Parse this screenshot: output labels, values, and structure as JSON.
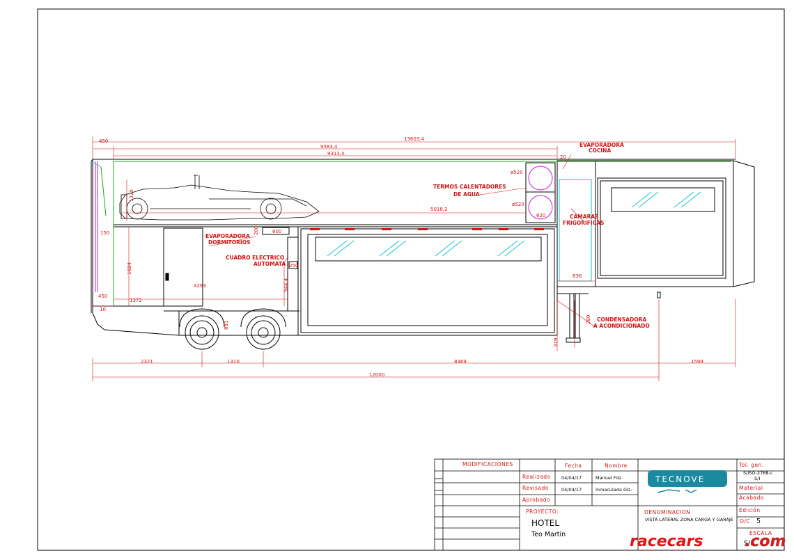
{
  "colors": {
    "line": "#000000",
    "dimension": "#d21414",
    "green": "#19a80f",
    "cyan": "#13c3d2",
    "magenta": "#c818d8",
    "brand_bg": "#1b8aa0",
    "watermark_red": "#e01515",
    "watermark_grey": "#7a7a7a"
  },
  "dimensions": {
    "top_450": "450",
    "top_13603": "13603,4",
    "top_9583": "9583,4",
    "top_9313": "9313,4",
    "top_20": "20",
    "d_520_a": "ø520",
    "d_520_b": "ø520",
    "d_620": "620",
    "d_5018": "5018,2",
    "d_1320": "1320",
    "d_600": "600",
    "d_200": "200",
    "d_150": "150",
    "d_1684": "1684",
    "d_4263": "4263",
    "d_944": "944,4",
    "d_250": "250",
    "d_836": "836",
    "d_450_low": "450",
    "d_1372": "1372",
    "d_10": "10",
    "d_881": "881",
    "d_289": "289",
    "d_319": "319",
    "bottom_2321": "2321",
    "bottom_1310": "1310",
    "bottom_8369": "8369",
    "bottom_1599": "1599",
    "bottom_12000": "12000"
  },
  "labels": {
    "evaporadora_cocina_1": "EVAPORADORA",
    "evaporadora_cocina_2": "COCINA",
    "termos_1": "TERMOS CALENTADORES",
    "termos_2": "DE AGUA",
    "camaras_1": "CAMARAS",
    "camaras_2": "FRIGORIFICAS",
    "evap_dorm_1": "EVAPORADORA",
    "evap_dorm_2": "DORMITORIOS",
    "cuadro_1": "CUADRO ELECTRICO",
    "cuadro_2": "AUTOMATA",
    "condensadora_1": "CONDENSADORA",
    "condensadora_2": "A ACONDICIONADO"
  },
  "title_block": {
    "modificaciones": "MODIFICACIONES",
    "fecha": "Fecha",
    "nombre": "Nombre",
    "realizado": "Realizado",
    "revisado": "Revisado",
    "aprobado": "Aprobado",
    "realizado_fecha": "04/04/17",
    "realizado_nombre": "Manuel Fdz.",
    "revisado_fecha": "04/04/17",
    "revisado_nombre": "Inmaculada Glz.",
    "brand": "TECNOVE",
    "tol_gen": "Tol. gen.",
    "tol_value": "S/ISO-2768-c",
    "tol_sub": "S/I",
    "material": "Material",
    "acabado": "Acabado",
    "edicion": "Edición",
    "proyecto_label": "PROYECTO:",
    "proyecto_name": "HOTEL",
    "proyecto_client": "Teo Martín",
    "denominacion_label": "DENOMINACION",
    "denominacion_value": "VISTA LATERAL ZONA CARGA Y GARAJE",
    "oc_label": "O/C",
    "oc_value": "5",
    "escala_label": "ESCALA",
    "escala_value": "S/E"
  },
  "watermark": {
    "part1": "racecars",
    "part2": ".com"
  }
}
